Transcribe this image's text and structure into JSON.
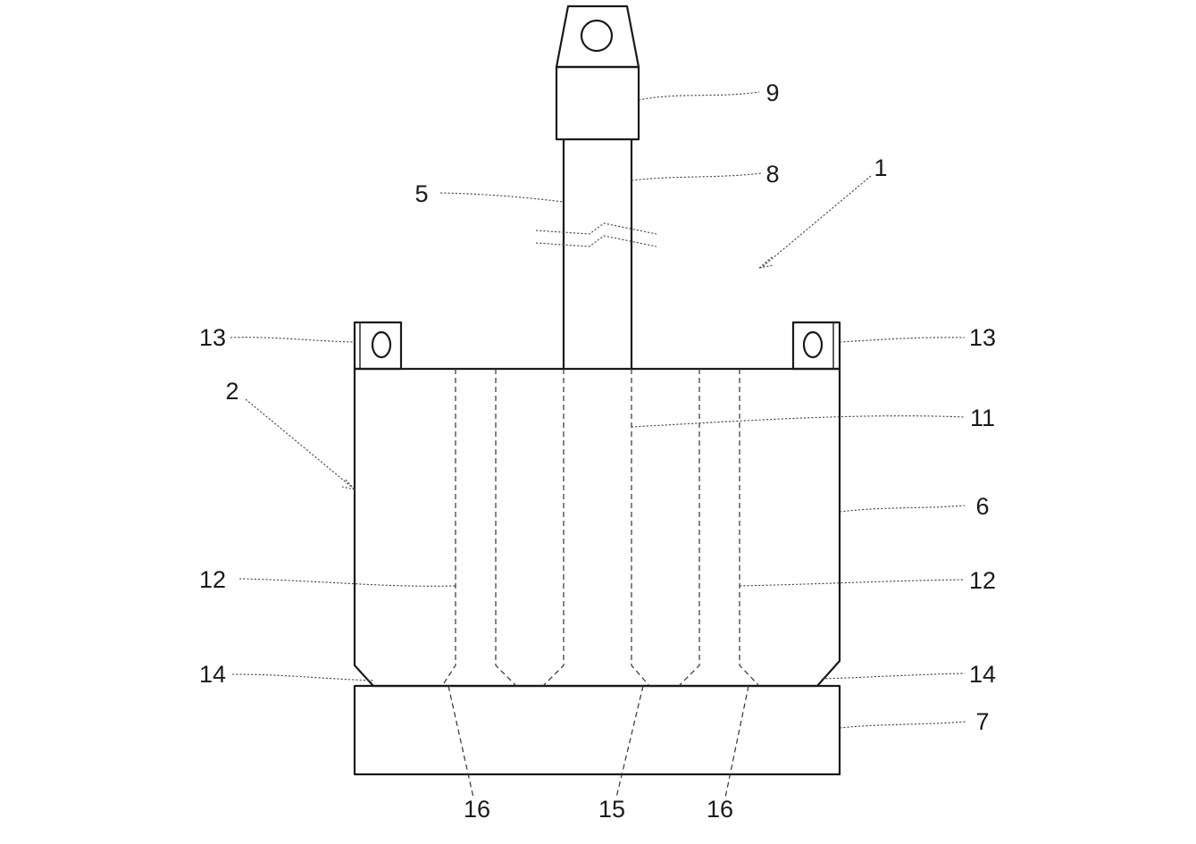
{
  "labels": {
    "l1": "1",
    "l2": "2",
    "l5": "5",
    "l6": "6",
    "l7": "7",
    "l8": "8",
    "l9": "9",
    "l11": "11",
    "l12_left": "12",
    "l12_right": "12",
    "l13_left": "13",
    "l13_right": "13",
    "l14_left": "14",
    "l14_right": "14",
    "l15": "15",
    "l16_left": "16",
    "l16_right": "16"
  }
}
